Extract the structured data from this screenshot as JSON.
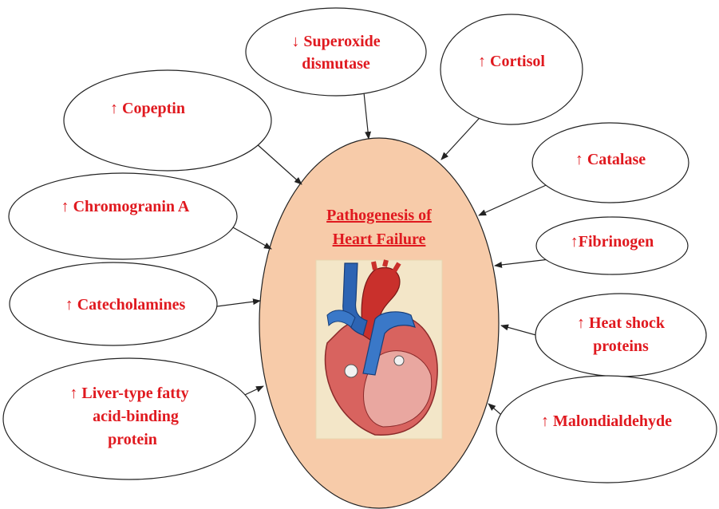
{
  "colors": {
    "label_text": "#e0191f",
    "center_fill": "#f7cba9",
    "outline": "#222222"
  },
  "center": {
    "title_line1": "Pathogenesis of",
    "title_line2": "Heart Failure",
    "image": "heart-illustration"
  },
  "nodes": {
    "superoxide": {
      "line1": "↓ Superoxide",
      "line2": "dismutase"
    },
    "cortisol": {
      "line1": "↑ Cortisol"
    },
    "copeptin": {
      "line1": "↑ Copeptin"
    },
    "catalase": {
      "line1": "↑ Catalase"
    },
    "chromogranin": {
      "line1": "↑ Chromogranin A"
    },
    "fibrinogen": {
      "line1": "↑Fibrinogen"
    },
    "catecholamines": {
      "line1": "↑ Catecholamines"
    },
    "heat_shock": {
      "line1": "↑ Heat shock",
      "line2": "proteins"
    },
    "lfabp": {
      "line1": "↑ Liver-type fatty",
      "line2": "acid-binding",
      "line3": "protein"
    },
    "malondialdehyde": {
      "line1": "↑ Malondialdehyde"
    }
  }
}
